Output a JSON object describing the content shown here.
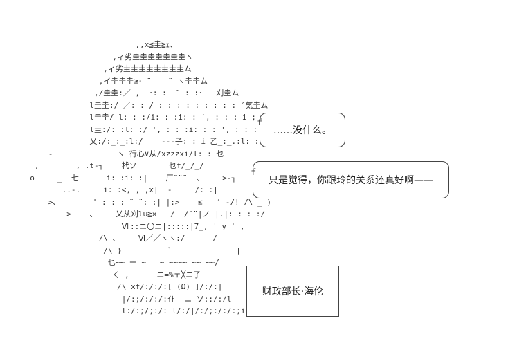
{
  "ascii_art": {
    "lines": [
      "                         ,,x≦圭≧ｪ、",
      "                    ,ィ劣圭圭圭圭圭圭圭ヽ",
      "                  ,ィ劣圭圭圭圭圭圭圭圭ム",
      "                 ,イ圭圭圭≧･ ¨ ￣ ¨ ヽ圭圭ム",
      "                ,/圭圭:／ ,  ･: :  ¨ : :･   刈圭ム",
      "               l圭圭:/ ／: : / : : : : : : : : : ′気圭ム",
      "               l圭圭/ l: : :/i: : :i: : ′, : : : i ; !圭圭l",
      "               l圭:/: :l: :/ ', : : :i: : : ', : : : }l: | ', 圭i",
      "               乂:/:_:_:l:/    -‐-子: : i 乙_:_.:l: : :ジ",
      "      -   ¨   ¨      ヽ 行心∨从/xzzzxi/l: : 乜",
      "   ,        , .t-┐    杙ソ       乜f/_/_/",
      "  o     _  七      i: :i: :|    厂¨¨¨  、    >-┐",
      "         ..-.     i: :<, , ,x|  -     /: :|",
      "      >、       ' : : : ¨ ¨: :| |:>    ≦   ′ -/! /\\ _ )",
      "          >    、    乂从刈l∪≧×   /  /¨¨|ノ |.|: : : :/",
      "                      Ⅶ::ニ〇ニ|:::::|7_, ' y ' ,",
      "                 /\\ 、    Ⅵ／／ヽヽ:/      /",
      "                  /\\ }        ¨¨`              |",
      "                   乜~~ ー ~   ~ ~~~~ ~~ ~~/",
      "                    く ,      ニ=%〒╳ニ子",
      "                     /\\ xf/:/:/:[ (Ω) ]/:/:|",
      "                      |/:;/:/:/:ｲﾄ  ニ ソ::/:/l",
      "                      l:/:;/;:/: l/:/|/:/;:/:/:;i"
    ]
  },
  "bubbles": {
    "first": {
      "text": "……没什么。"
    },
    "second": {
      "text": "只是觉得，你跟玲的关系还真好啊——"
    }
  },
  "nameplate": {
    "text": "财政部长·海伦"
  }
}
